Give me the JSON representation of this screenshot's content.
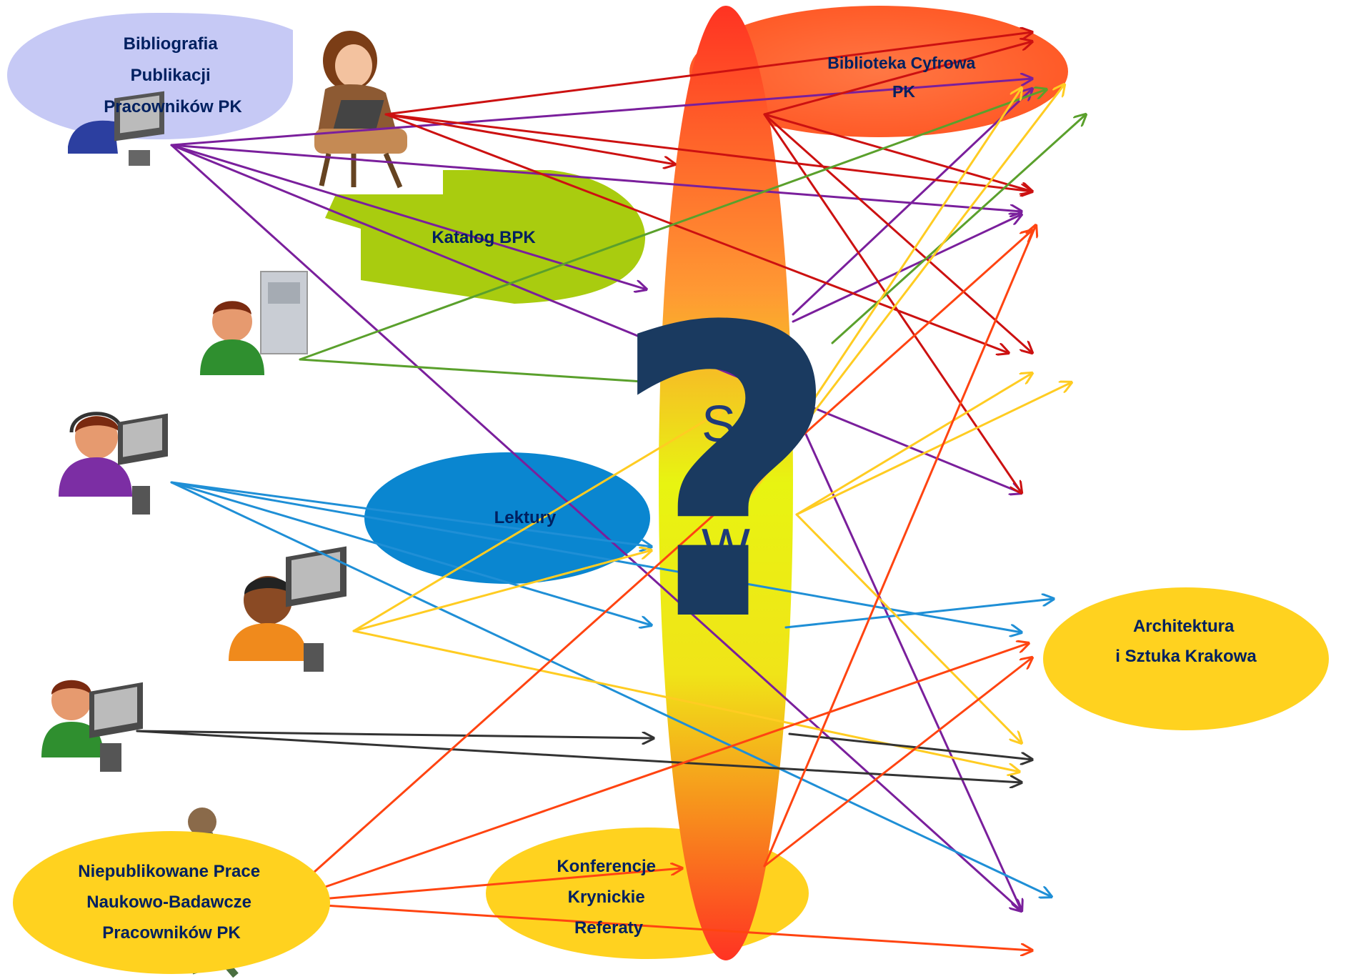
{
  "diagram": {
    "question_mark": "?",
    "nodes": {
      "bibliografia": {
        "lines": [
          "Bibliografia",
          "Publikacji",
          "Pracowników PK"
        ],
        "fill": "#c5c8f5"
      },
      "biblioteka_cyfrowa": {
        "lines": [
          "Biblioteka Cyfrowa",
          "PK"
        ],
        "fill": "#ff6633"
      },
      "katalog": {
        "lines": [
          "Katalog BPK"
        ],
        "fill": "#aacc11"
      },
      "lektury": {
        "lines": [
          "Lektury"
        ],
        "fill": "#0088cc"
      },
      "architektura": {
        "lines": [
          "Architektura",
          "i Sztuka Krakowa"
        ],
        "fill": "#ffd21f"
      },
      "niepublikowane": {
        "lines": [
          "Niepublikowane Prace",
          "Naukowo-Badawcze",
          "Pracowników PK"
        ],
        "fill": "#ffd21f"
      },
      "konferencje": {
        "lines": [
          "Konferencje",
          "Krynickie",
          "Referaty"
        ],
        "fill": "#ffd21f"
      },
      "central": {
        "letters": [
          "S",
          "W"
        ]
      }
    },
    "colors": {
      "purple": "#7a1f9c",
      "red": "#cc1111",
      "green": "#5aa02c",
      "blue": "#1f8fd6",
      "yellow": "#ffcc22",
      "black": "#333333",
      "orange_red": "#ff4411",
      "question": "#1a3a60"
    }
  }
}
